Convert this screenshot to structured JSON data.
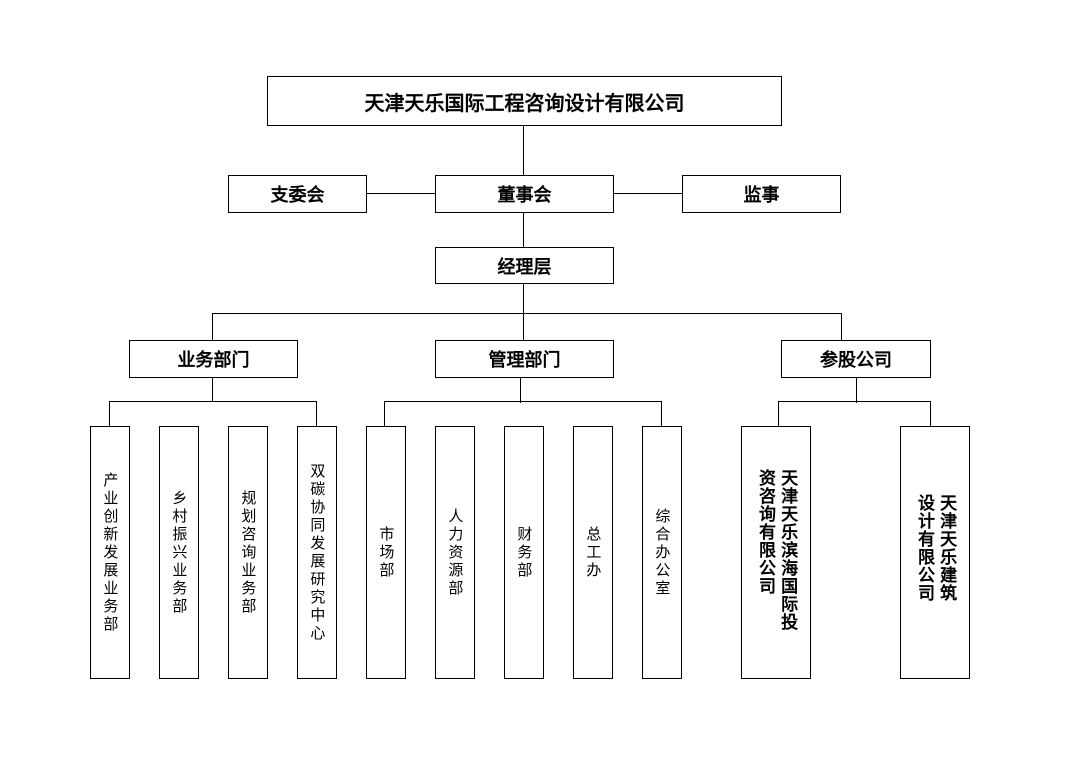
{
  "company": "天津天乐国际工程咨询设计有限公司",
  "governance": {
    "party_committee": "支委会",
    "board": "董事会",
    "supervisor": "监事"
  },
  "management": "经理层",
  "divisions": {
    "business": {
      "label": "业务部门",
      "units": [
        "产业创新发展业务部",
        "乡村振兴业务部",
        "规划咨询业务部",
        "双碳协同发展研究中心"
      ]
    },
    "admin": {
      "label": "管理部门",
      "units": [
        "市场部",
        "人力资源部",
        "财务部",
        "总工办",
        "综合办公室"
      ]
    },
    "affiliates": {
      "label": "参股公司",
      "units": [
        "天津天乐滨海国际投资咨询有限公司",
        "天津天乐建筑设计有限公司"
      ]
    }
  }
}
